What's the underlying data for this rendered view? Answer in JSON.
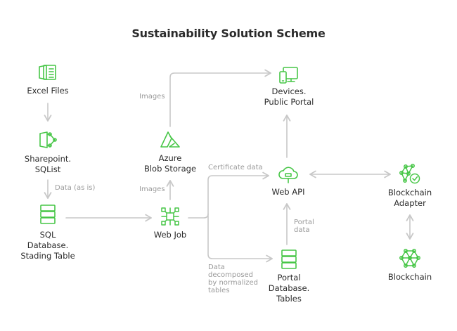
{
  "title": "Sustainability Solution Scheme",
  "colors": {
    "accent": "#47c647",
    "edge": "#c8c8c8",
    "text": "#2b2b2b",
    "muted": "#9a9a9a"
  },
  "nodes": {
    "excel": {
      "label": "Excel Files",
      "icon": "spreadsheet-icon"
    },
    "sharepoint": {
      "line1": "Sharepoint.",
      "line2": "SQList",
      "icon": "sharepoint-icon"
    },
    "sql": {
      "line1": "SQL",
      "line2": "Database.",
      "line3": "Stading Table",
      "icon": "database-icon"
    },
    "webjob": {
      "label": "Web Job",
      "icon": "circuit-icon"
    },
    "azure": {
      "line1": "Azure",
      "line2": "Blob Storage",
      "icon": "azure-icon"
    },
    "devices": {
      "line1": "Devices.",
      "line2": "Public Portal",
      "icon": "devices-icon"
    },
    "webapi": {
      "label": "Web API",
      "icon": "cloud-icon"
    },
    "portaldb": {
      "line1": "Portal",
      "line2": "Database.",
      "line3": "Tables",
      "icon": "database-icon"
    },
    "adapter": {
      "line1": "Blockchain",
      "line2": "Adapter",
      "icon": "blockchain-check-icon"
    },
    "blockchain": {
      "label": "Blockchain",
      "icon": "blockchain-icon"
    }
  },
  "edges": {
    "data_as_is": "Data (as is)",
    "images_upper": "Images",
    "images_lower": "Images",
    "certificate_data": "Certificate data",
    "portal_data_1": "Portal",
    "portal_data_2": "data",
    "decomposed_1": "Data",
    "decomposed_2": "decomposed",
    "decomposed_3": "by normalized",
    "decomposed_4": "tables"
  }
}
